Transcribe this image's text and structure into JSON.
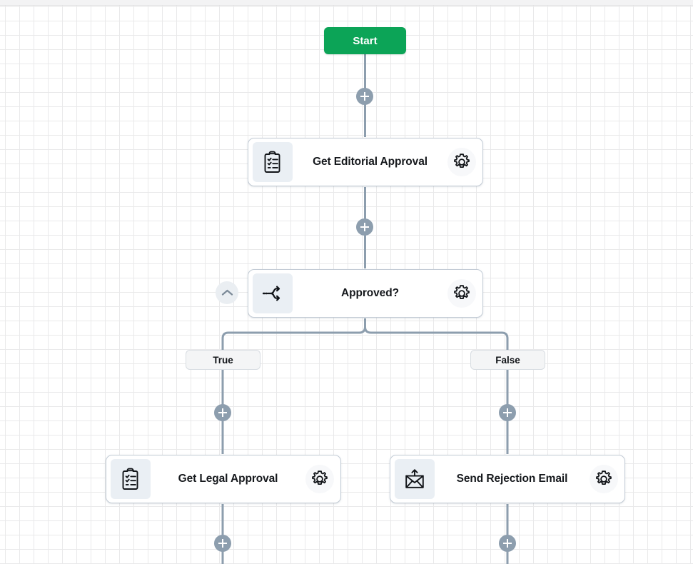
{
  "canvas": {
    "background_color": "#ffffff",
    "grid_color": "#e9e9ea",
    "connector_color": "#8d9eae"
  },
  "start": {
    "label": "Start",
    "color": "#0ca457"
  },
  "nodes": [
    {
      "id": "get-editorial-approval",
      "title": "Get Editorial Approval",
      "icon": "clipboard-checklist-icon",
      "gear": "gear-icon"
    },
    {
      "id": "approved-condition",
      "title": "Approved?",
      "icon": "branch-split-icon",
      "gear": "gear-icon"
    },
    {
      "id": "get-legal-approval",
      "title": "Get Legal Approval",
      "icon": "clipboard-checklist-icon",
      "gear": "gear-icon"
    },
    {
      "id": "send-rejection-email",
      "title": "Send Rejection Email",
      "icon": "send-email-icon",
      "gear": "gear-icon"
    }
  ],
  "branches": [
    {
      "id": "true-branch",
      "label": "True"
    },
    {
      "id": "false-branch",
      "label": "False"
    }
  ],
  "add_buttons": [
    {
      "id": "add-after-start"
    },
    {
      "id": "add-after-editorial-approval"
    },
    {
      "id": "add-after-true-branch"
    },
    {
      "id": "add-after-false-branch"
    },
    {
      "id": "add-after-legal-approval"
    },
    {
      "id": "add-after-rejection-email"
    }
  ],
  "collapse_button": {
    "id": "collapse-condition",
    "icon": "chevron-up-icon"
  }
}
